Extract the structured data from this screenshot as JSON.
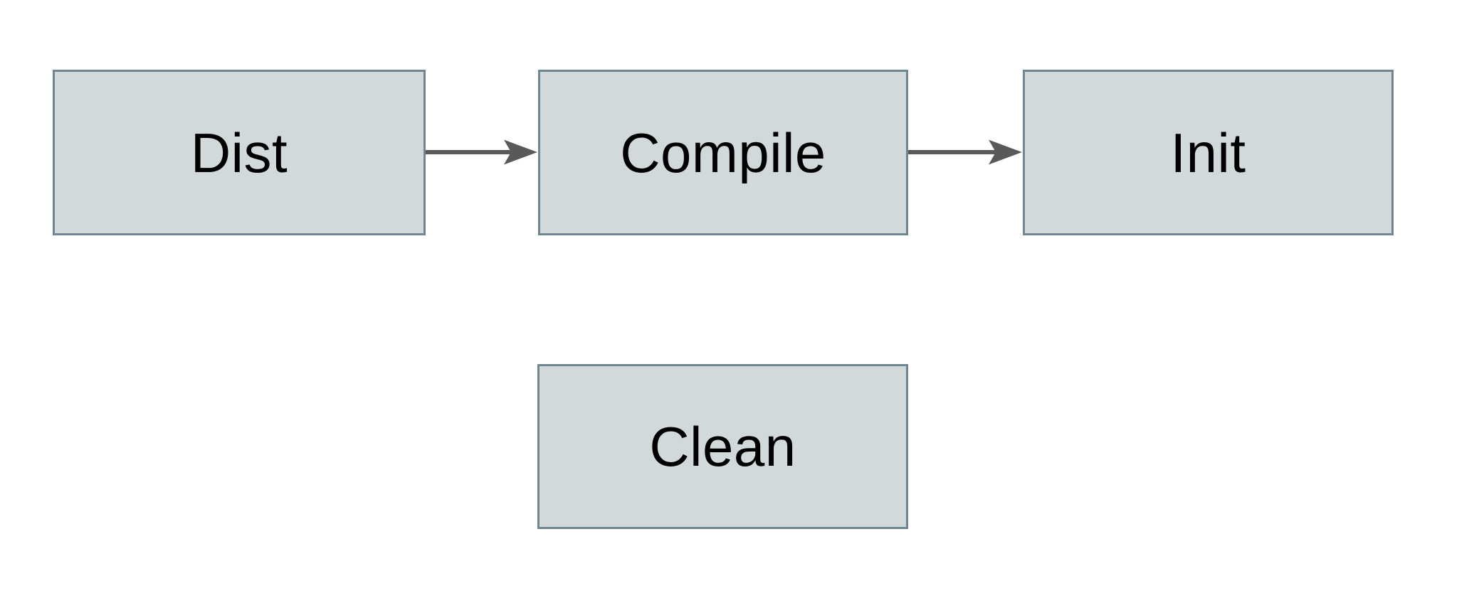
{
  "diagram": {
    "type": "flowchart",
    "colors": {
      "background": "#ffffff",
      "node_fill": "#d2d9da",
      "node_border": "#6e8793",
      "arrow": "#595959",
      "text": "#000000"
    },
    "nodes": [
      {
        "id": "dist",
        "label": "Dist"
      },
      {
        "id": "compile",
        "label": "Compile"
      },
      {
        "id": "init",
        "label": "Init"
      },
      {
        "id": "clean",
        "label": "Clean"
      }
    ],
    "edges": [
      {
        "from": "Dist",
        "to": "Compile",
        "direction": "right"
      },
      {
        "from": "Compile",
        "to": "Init",
        "direction": "right"
      }
    ]
  }
}
